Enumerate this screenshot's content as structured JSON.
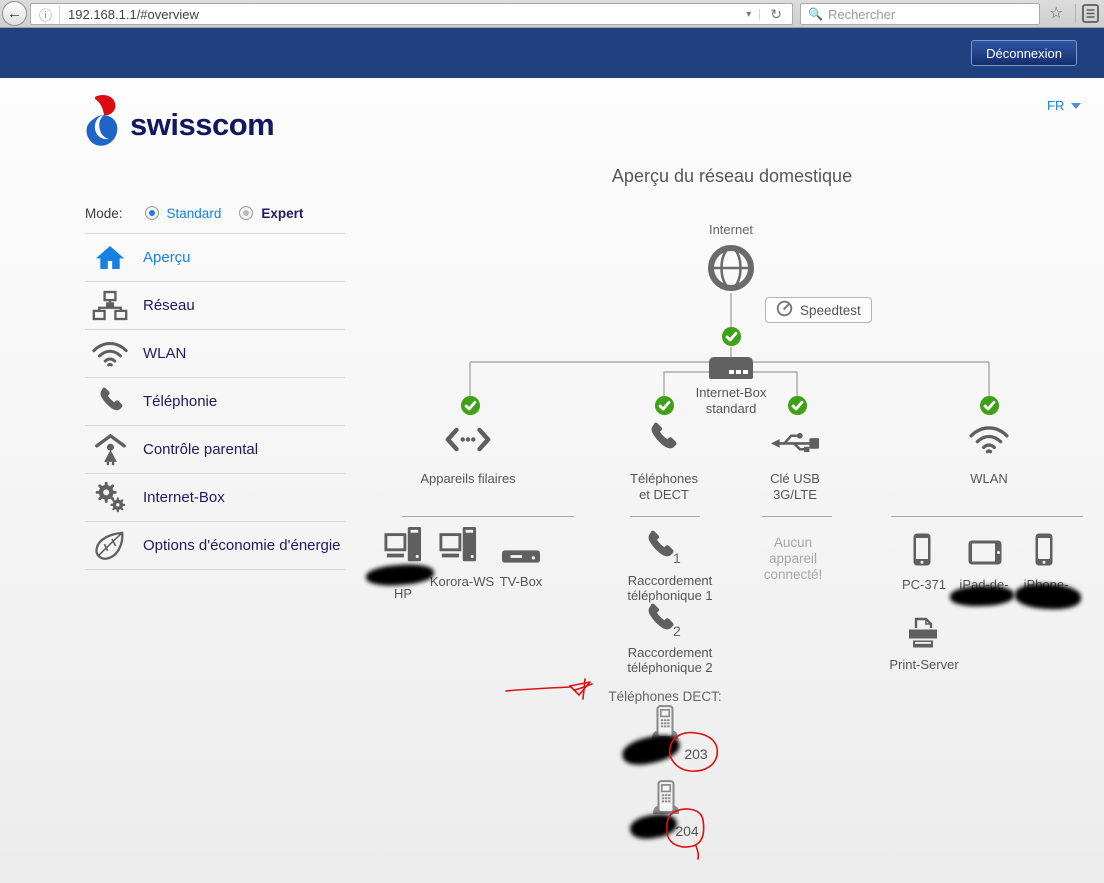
{
  "browser": {
    "url": "192.168.1.1/#overview",
    "search_placeholder": "Rechercher"
  },
  "topbar": {
    "logout_label": "Déconnexion"
  },
  "header": {
    "brand": "swisscom",
    "language": "FR"
  },
  "sidebar": {
    "mode_label": "Mode:",
    "modes": [
      {
        "label": "Standard",
        "selected": true
      },
      {
        "label": "Expert",
        "selected": false
      }
    ],
    "items": [
      {
        "label": "Aperçu"
      },
      {
        "label": "Réseau"
      },
      {
        "label": "WLAN"
      },
      {
        "label": "Téléphonie"
      },
      {
        "label": "Contrôle parental"
      },
      {
        "label": "Internet-Box"
      },
      {
        "label": "Options d'économie d'énergie"
      }
    ]
  },
  "main": {
    "title": "Aperçu du réseau domestique",
    "internet_label": "Internet",
    "speedtest_label": "Speedtest",
    "box_label_line1": "Internet-Box",
    "box_label_line2": "standard",
    "branches": {
      "wired": {
        "label": "Appareils filaires"
      },
      "phones": {
        "label_line1": "Téléphones",
        "label_line2": "et DECT"
      },
      "usb": {
        "label_line1": "Clé USB",
        "label_line2": "3G/LTE",
        "empty_line1": "Aucun",
        "empty_line2": "appareil",
        "empty_line3": "connecté!"
      },
      "wlan": {
        "label": "WLAN"
      }
    },
    "wired_devices": [
      {
        "name": "HP"
      },
      {
        "name": "Korora-WS"
      },
      {
        "name": "TV-Box"
      }
    ],
    "phone_ports": [
      {
        "number": "1",
        "label_line1": "Raccordement",
        "label_line2": "téléphonique 1"
      },
      {
        "number": "2",
        "label_line1": "Raccordement",
        "label_line2": "téléphonique 2"
      }
    ],
    "wlan_devices": [
      {
        "name": "PC-371"
      },
      {
        "name": "iPad-de-"
      },
      {
        "name": "iPhone-"
      },
      {
        "name": "Print-Server"
      }
    ],
    "dect": {
      "label": "Téléphones DECT:",
      "phones": [
        {
          "visible_number": "203"
        },
        {
          "visible_number": "204"
        }
      ]
    }
  }
}
